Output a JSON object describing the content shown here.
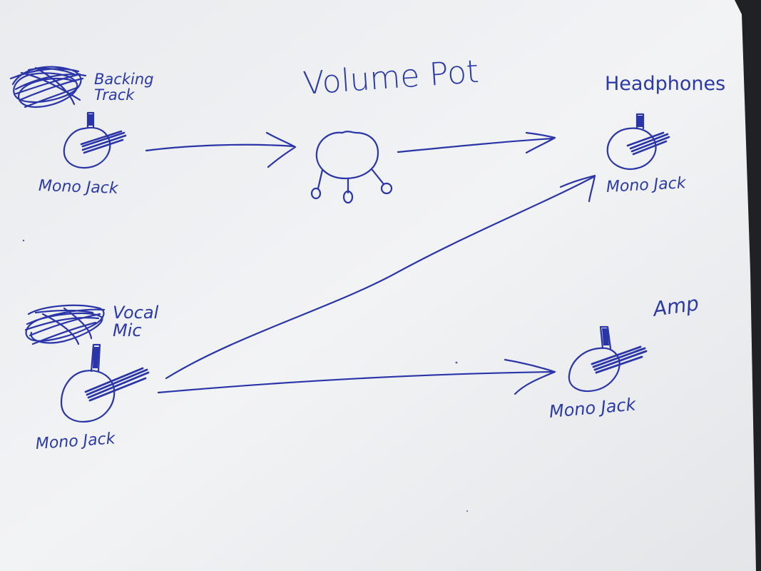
{
  "diagram": {
    "nodes": {
      "backing_track": {
        "title": "Backing Track",
        "jack_label": "Mono Jack"
      },
      "volume_pot": {
        "title": "Volume Pot"
      },
      "headphones": {
        "title": "Headphones",
        "jack_label": "Mono Jack"
      },
      "vocal_mic": {
        "title": "Vocal Mic",
        "jack_label": "Mono Jack"
      },
      "amp": {
        "title": "Amp",
        "jack_label": "Mono Jack"
      }
    },
    "connections": [
      {
        "from": "Backing Track",
        "to": "Volume Pot"
      },
      {
        "from": "Volume Pot",
        "to": "Headphones"
      },
      {
        "from": "Vocal Mic",
        "to": "Headphones"
      },
      {
        "from": "Vocal Mic",
        "to": "Amp"
      }
    ],
    "colors": {
      "ink": "#2a35a8",
      "paper": "#f3f4f5",
      "background": "#1f2124"
    }
  }
}
